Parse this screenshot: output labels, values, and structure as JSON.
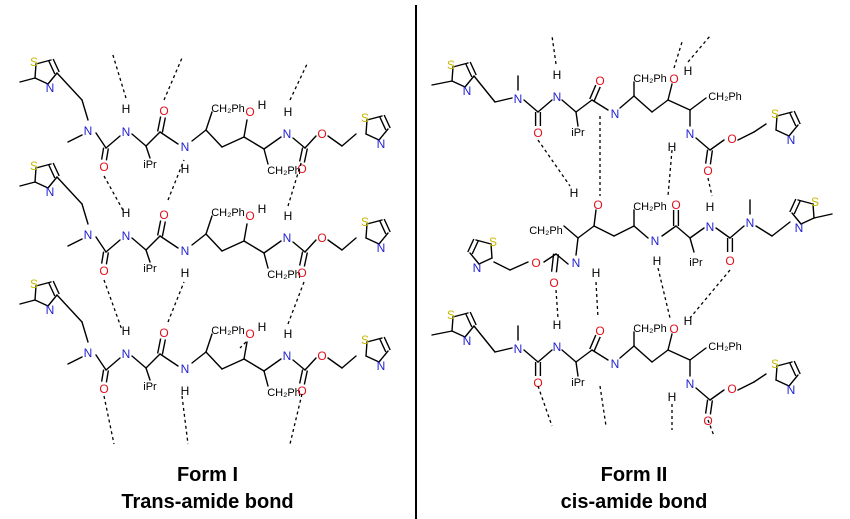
{
  "panels": [
    {
      "id": "form1",
      "title": "Form I",
      "subtitle": "Trans-amide bond"
    },
    {
      "id": "form2",
      "title": "Form II",
      "subtitle": "cis-amide bond"
    }
  ],
  "labels": {
    "N": "N",
    "O": "O",
    "H": "H",
    "S": "S",
    "ch2ph": "CH₂Ph",
    "ipr": "iPr"
  },
  "colors": {
    "nitrogen": "#1f1fd0",
    "oxygen": "#e0111b",
    "sulfur": "#c9b800",
    "bond": "#000000"
  }
}
